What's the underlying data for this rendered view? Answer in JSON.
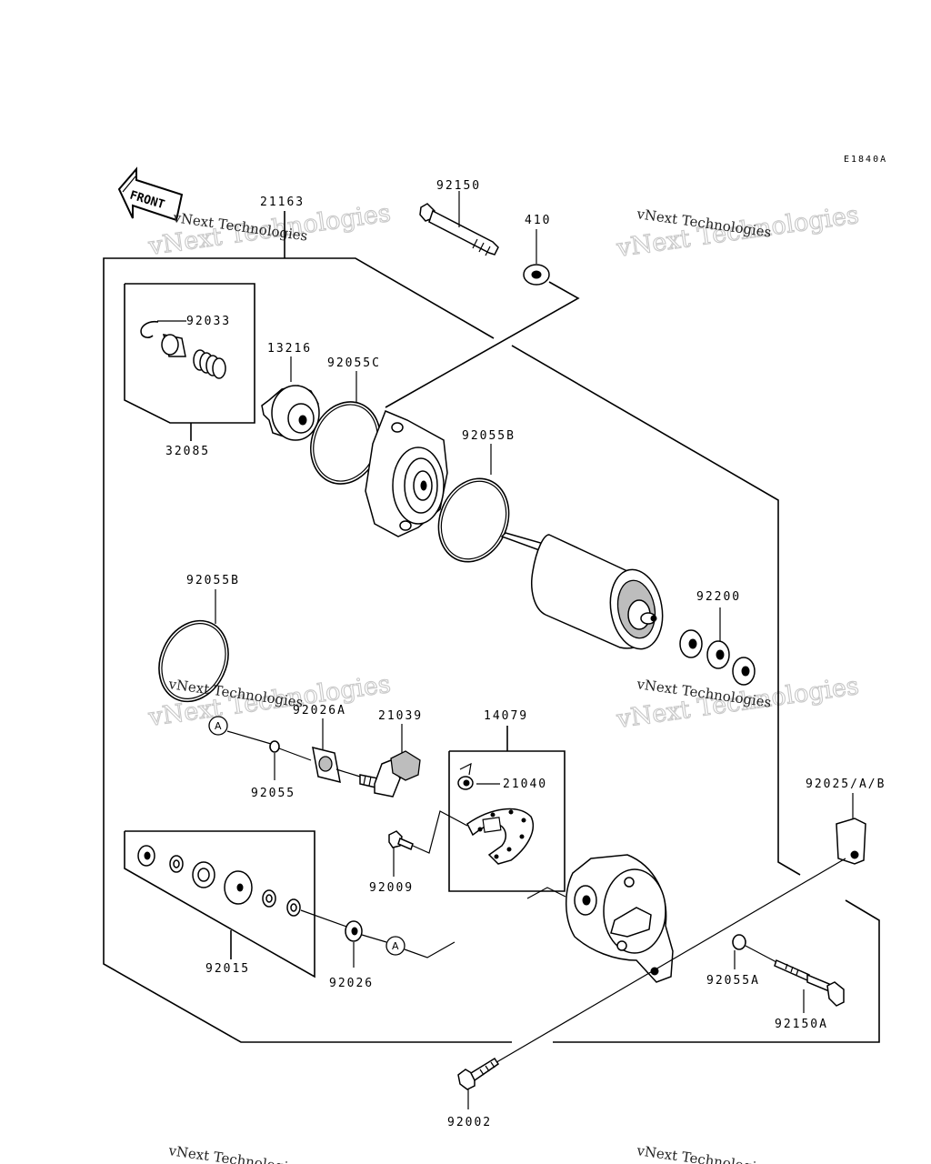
{
  "diagram_code": "E1840A",
  "front_label": "FRONT",
  "marker_label": "A",
  "watermark": {
    "line1": "vNext Technologies",
    "line2": "vNext Technologies"
  },
  "parts": {
    "p21163": "21163",
    "p92150": "92150",
    "p410": "410",
    "p92033": "92033",
    "p13216": "13216",
    "p92055C": "92055C",
    "p32085": "32085",
    "p92055B_top": "92055B",
    "p92055B_left": "92055B",
    "p92200": "92200",
    "p92026A": "92026A",
    "p21039": "21039",
    "p14079": "14079",
    "p21040": "21040",
    "p92055": "92055",
    "p92009": "92009",
    "p92025": "92025/A/B",
    "p92015": "92015",
    "p92026": "92026",
    "p92055A": "92055A",
    "p92150A": "92150A",
    "p92002": "92002"
  }
}
